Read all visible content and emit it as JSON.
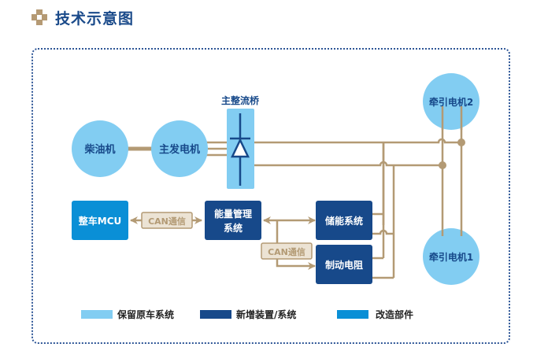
{
  "title": "技术示意图",
  "colors": {
    "retained": "#82cdf2",
    "new": "#17498a",
    "modified": "#0a8fd6",
    "wire": "#b39a74",
    "can_box_fill": "#ece3d4",
    "title": "#1a4a8a",
    "frame": "#2d5596"
  },
  "nodes": {
    "diesel": "柴油机",
    "generator": "主发电机",
    "rectifier": "主整流桥",
    "motor2": "牵引电机2",
    "motor1": "牵引电机1",
    "mcu": "整车MCU",
    "ems_line1": "能量管理",
    "ems_line2": "系统",
    "storage": "储能系统",
    "brake": "制动电阻",
    "can1": "CAN通信",
    "can2": "CAN通信"
  },
  "legend": [
    {
      "label": "保留原车系统",
      "color": "#82cdf2"
    },
    {
      "label": "新增装置/系统",
      "color": "#17498a"
    },
    {
      "label": "改造部件",
      "color": "#0a8fd6"
    }
  ]
}
